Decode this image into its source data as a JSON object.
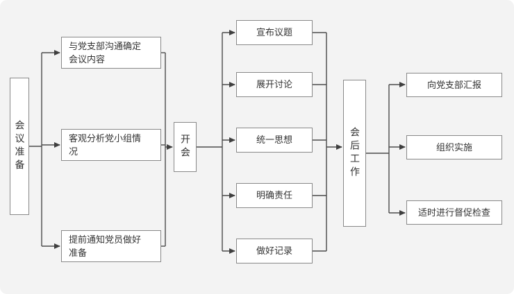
{
  "diagram": {
    "type": "flowchart",
    "colors": {
      "background": "#f3f3f3",
      "box_fill": "#ffffff",
      "box_border": "#888888",
      "line": "#4a4a4a",
      "text": "#333333"
    },
    "nodes": {
      "prep": {
        "label": "会议准备"
      },
      "prep_item1": {
        "label": "与党支部沟通确定\n会议内容"
      },
      "prep_item2": {
        "label": "客观分析党小组情\n况"
      },
      "prep_item3": {
        "label": "提前通知党员做好\n准备"
      },
      "meeting": {
        "label": "开会"
      },
      "step1": {
        "label": "宣布议题"
      },
      "step2": {
        "label": "展开讨论"
      },
      "step3": {
        "label": "统一思想"
      },
      "step4": {
        "label": "明确责任"
      },
      "step5": {
        "label": "做好记录"
      },
      "after": {
        "label": "会后工作"
      },
      "post1": {
        "label": "向党支部汇报"
      },
      "post2": {
        "label": "组织实施"
      },
      "post3": {
        "label": "适时进行督促检查"
      }
    }
  }
}
